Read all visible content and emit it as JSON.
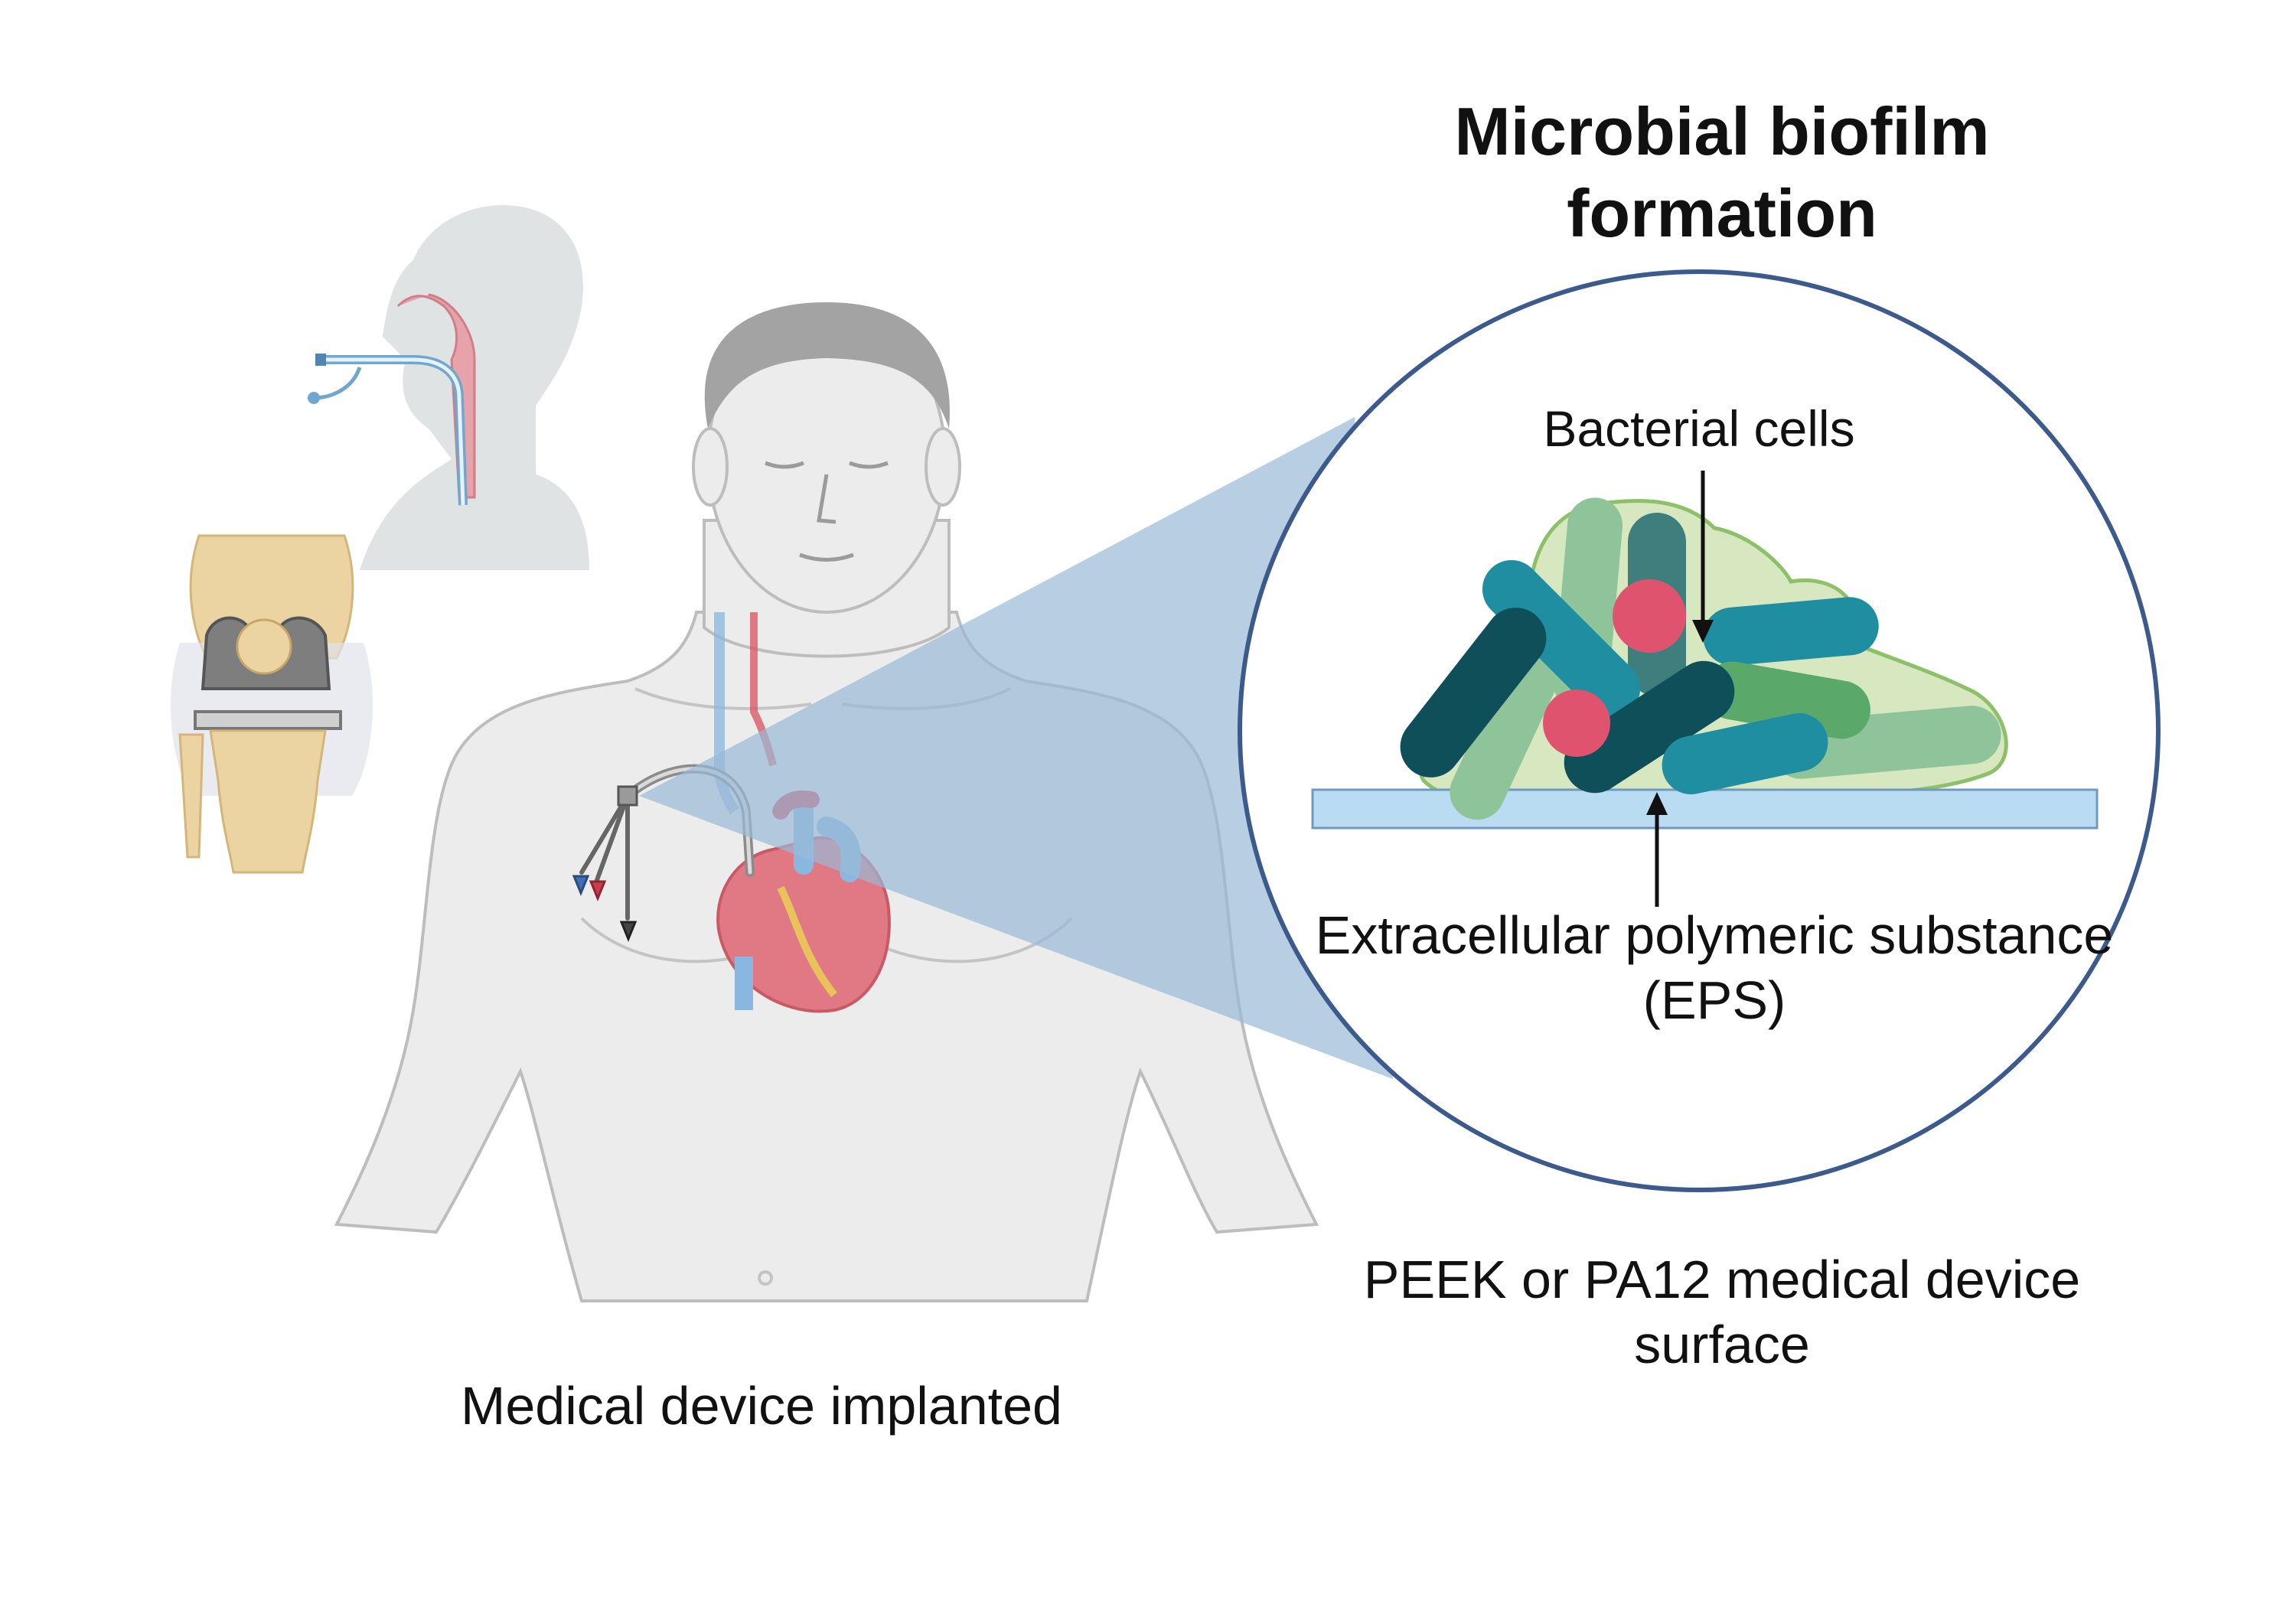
{
  "title": "Microbial biofilm formation",
  "labels": {
    "bacterial_cells": "Bacterial cells",
    "eps": "Extracellular polymeric substance (EPS)",
    "surface": "PEEK or PA12 medical device surface",
    "implanted": "Medical device implanted"
  },
  "colors": {
    "body": "#ececec",
    "body_outline": "#bdbdbd",
    "hair": "#9e9e9e",
    "zoom_cone": "#9ab9d6",
    "circle_outline": "#3d5a8c",
    "surface_fill": "#b9dcf2",
    "eps_fill": "#d7e7bf",
    "eps_outline": "#8cc16a",
    "teal": "#1e8ea0",
    "dark_teal": "#0e4f59",
    "green": "#5aa86a",
    "pale_green": "#8fc49a",
    "pink": "#e0536f",
    "heart": "#e17985",
    "vein": "#8ab7e0",
    "artery": "#d9525f",
    "bone": "#ecd3a2"
  }
}
